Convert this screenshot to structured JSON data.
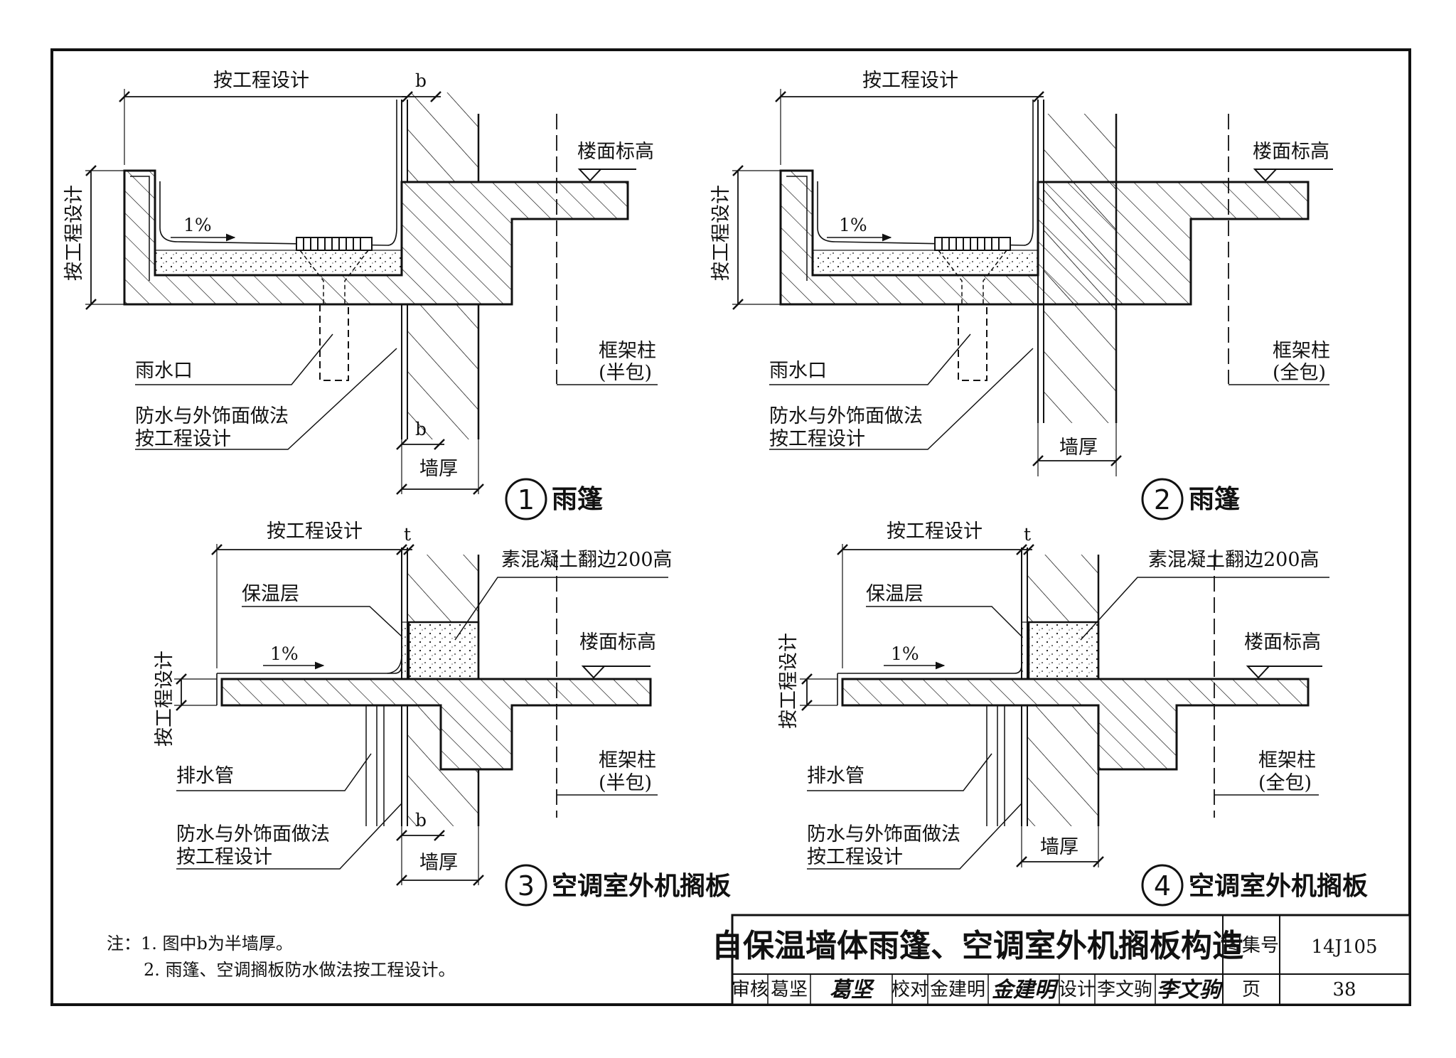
{
  "labels": {
    "by_design": "按工程设计",
    "b": "b",
    "t": "t",
    "floor_elevation": "楼面标高",
    "slope": "1%",
    "rain_outlet": "雨水口",
    "waterproof_1": "防水与外饰面做法",
    "waterproof_2": "按工程设计",
    "frame_column": "框架柱",
    "half_wrap": "(半包)",
    "full_wrap": "(全包)",
    "wall_thickness": "墙厚",
    "insulation": "保温层",
    "curb": "素混凝土翻边200高",
    "drain_pipe": "排水管"
  },
  "details": [
    {
      "num": "1",
      "caption": "雨篷"
    },
    {
      "num": "2",
      "caption": "雨篷"
    },
    {
      "num": "3",
      "caption": "空调室外机搁板"
    },
    {
      "num": "4",
      "caption": "空调室外机搁板"
    }
  ],
  "notes": {
    "n1": "注：1. 图中b为半墙厚。",
    "n2": "2. 雨篷、空调搁板防水做法按工程设计。"
  },
  "title_block": {
    "title": "自保温墙体雨篷、空调室外机搁板构造",
    "atlas_label": "图集号",
    "atlas_no": "14J105",
    "review": "审核",
    "reviewer": "葛坚",
    "reviewer_sig": "葛坚",
    "check": "校对",
    "checker": "金建明",
    "checker_sig": "金建明",
    "design": "设计",
    "designer": "李文驹",
    "designer_sig": "李文驹",
    "page_label": "页",
    "page_no": "38"
  }
}
